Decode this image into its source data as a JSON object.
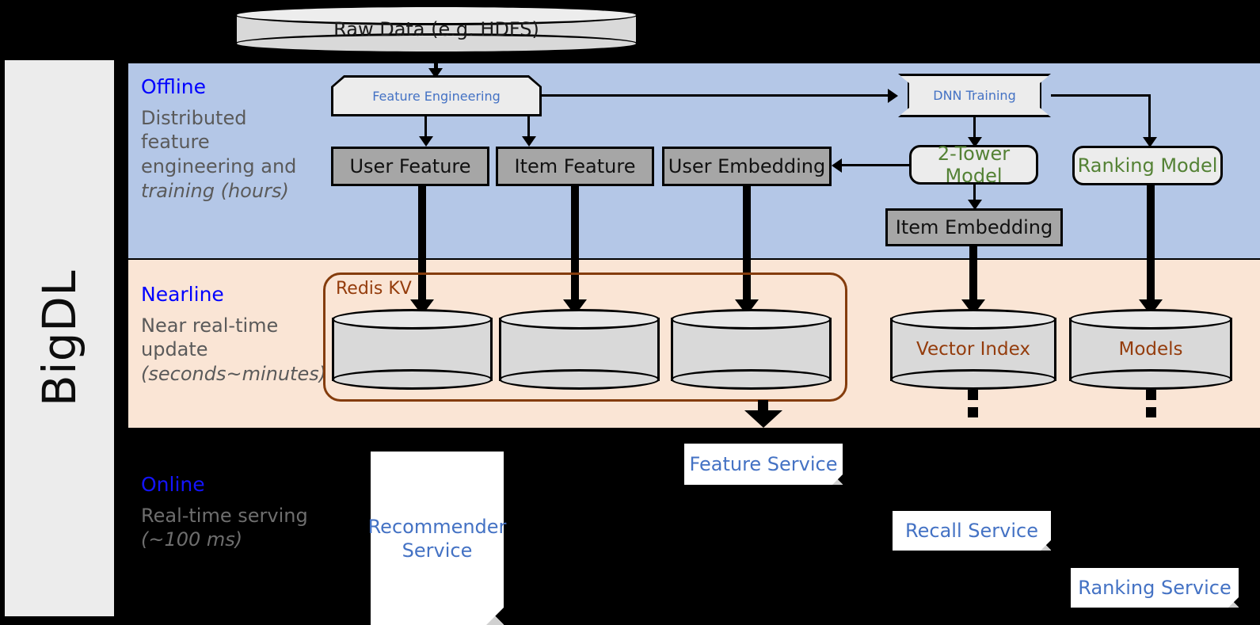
{
  "sidebar": {
    "label": "BigDL"
  },
  "bands": {
    "offline": {
      "title": "Offline",
      "desc": "Distributed feature engineering and ",
      "desc_em": "training (hours)"
    },
    "nearline": {
      "title": "Nearline",
      "desc": "Near real-time update ",
      "desc_em": "(seconds~minutes)"
    },
    "online": {
      "title": "Online",
      "desc": "Real-time serving ",
      "desc_em": "(~100 ms)"
    }
  },
  "nodes": {
    "raw_data": "Raw Data (e.g. HDFS)",
    "feature_engineering": "Feature Engineering",
    "dnn_training": "DNN Training",
    "user_feature": "User Feature",
    "item_feature": "Item Feature",
    "user_embedding": "User Embedding",
    "two_tower_model": "2-Tower Model",
    "ranking_model": "Ranking Model",
    "item_embedding": "Item Embedding",
    "redis_kv": "Redis KV",
    "vector_index": "Vector Index",
    "models": "Models",
    "recommender_service": "Recommender Service",
    "feature_service": "Feature Service",
    "recall_service": "Recall Service",
    "ranking_service": "Ranking Service"
  },
  "colors": {
    "offline_band": "#b4c7e7",
    "nearline_band": "#fae5d5",
    "online_band": "#000000",
    "band_title": "#0000ff",
    "band_desc": "#5a5a5a",
    "blue_text": "#4472c4",
    "green_text": "#548235",
    "brown_text": "#943c0c",
    "data_box": "#a6a6a6",
    "process_box": "#ececec",
    "sidebar": "#ececec"
  }
}
